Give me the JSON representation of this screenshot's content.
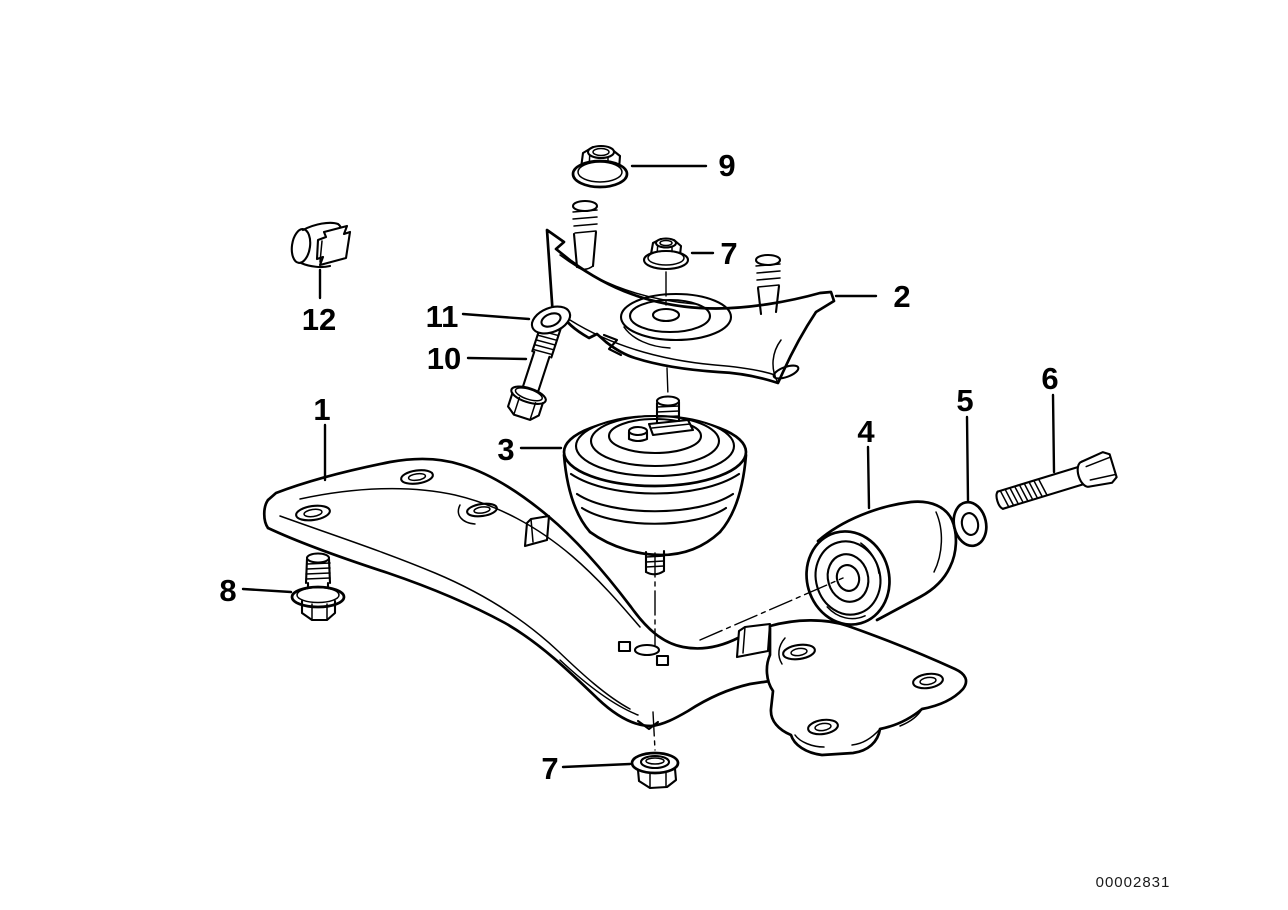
{
  "diagram": {
    "type": "exploded-parts-line-drawing",
    "drawing_number": "00002831",
    "colors": {
      "background": "#ffffff",
      "line": "#000000",
      "label": "#000000"
    },
    "callouts": [
      {
        "label": "1",
        "part": "crossmember"
      },
      {
        "label": "2",
        "part": "mount-bracket"
      },
      {
        "label": "3",
        "part": "rubber-mount"
      },
      {
        "label": "4",
        "part": "cylindrical-bushing"
      },
      {
        "label": "5",
        "part": "washer"
      },
      {
        "label": "6",
        "part": "hex-bolt"
      },
      {
        "label": "7",
        "part": "flange-nut-upper"
      },
      {
        "label": "7",
        "part": "flange-nut-lower"
      },
      {
        "label": "8",
        "part": "flange-screw"
      },
      {
        "label": "9",
        "part": "flange-nut-top"
      },
      {
        "label": "10",
        "part": "fit-bolt"
      },
      {
        "label": "11",
        "part": "small-washer"
      },
      {
        "label": "12",
        "part": "clip"
      }
    ]
  }
}
